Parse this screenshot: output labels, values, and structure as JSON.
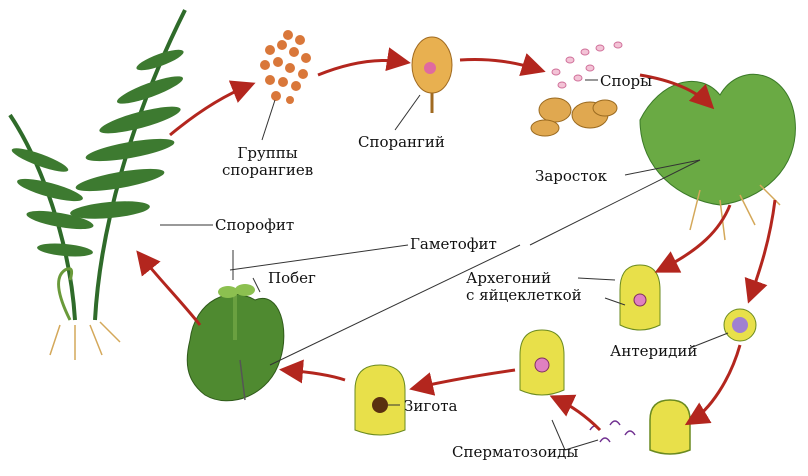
{
  "labels": {
    "sporangia_groups": [
      "Группы",
      "спорангиев"
    ],
    "sporangium": "Спорангий",
    "spores": "Споры",
    "prothallus": "Заросток",
    "sporophyte": "Спорофит",
    "gametophyte": "Гаметофит",
    "shoot": "Побег",
    "archegonium": [
      "Архегоний",
      "с яйцеклеткой"
    ],
    "antheridium": "Антеридий",
    "zygote": "Зигота",
    "spermatozoids": "Сперматозоиды"
  },
  "colors": {
    "arrow": "#b3261e",
    "fern": "#2f6b2a",
    "prothallus": "#5a9a3a",
    "cell": "#e8e04a",
    "sporangia": "#d9773a"
  }
}
